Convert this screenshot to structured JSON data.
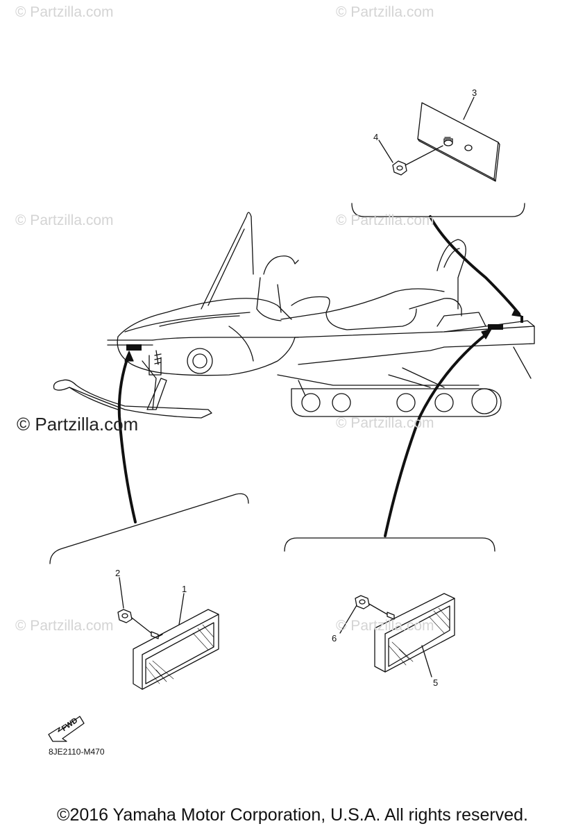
{
  "watermarks": {
    "text": "© Partzilla.com",
    "large_text": "© Partzilla.com"
  },
  "callouts": {
    "part_1": "1",
    "part_2": "2",
    "part_3": "3",
    "part_4": "4",
    "part_5": "5",
    "part_6": "6"
  },
  "fwd_label": "FWD",
  "diagram_code": "8JE2110-M470",
  "copyright": "©2016 Yamaha Motor Corporation, U.S.A. All rights reserved.",
  "colors": {
    "line": "#111111",
    "watermark": "#d4d4d4",
    "background": "#ffffff"
  }
}
